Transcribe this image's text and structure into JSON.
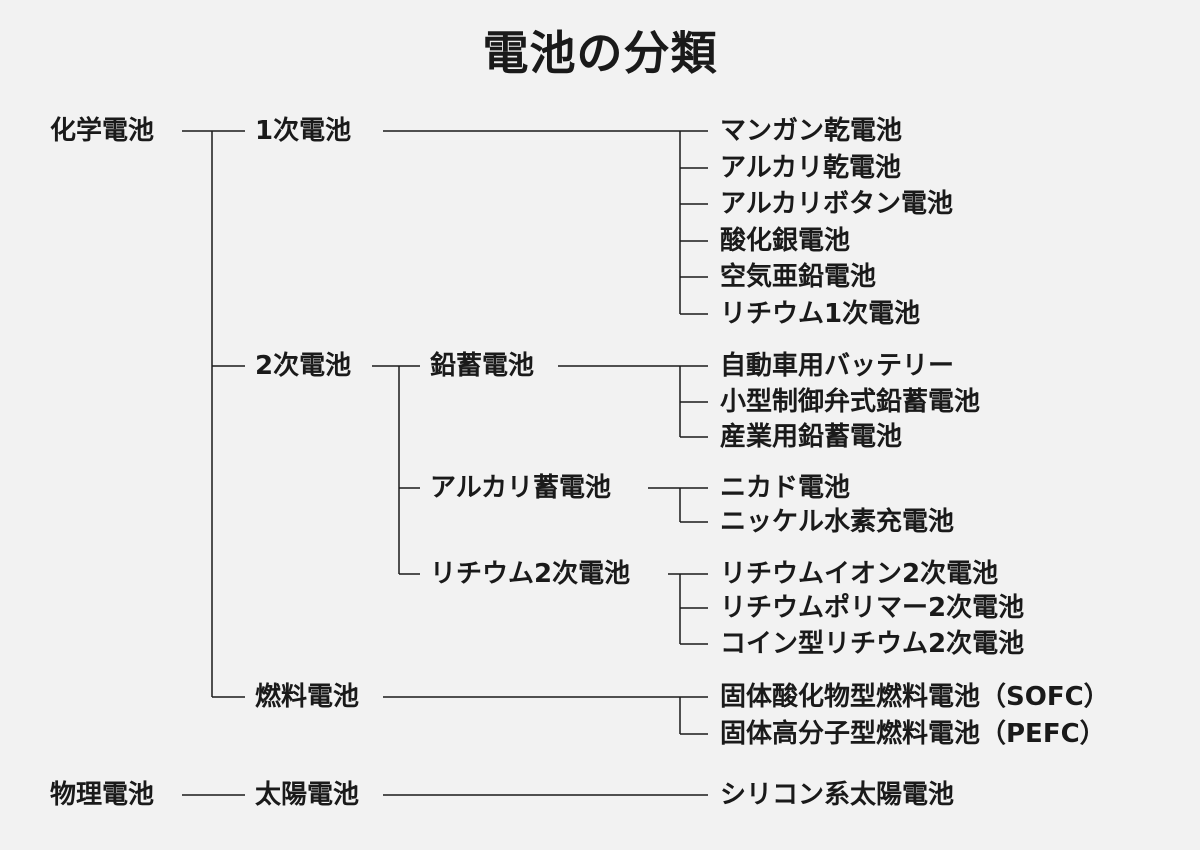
{
  "title": "電池の分類",
  "roots": {
    "chemical": "化学電池",
    "physical": "物理電池"
  },
  "level2": {
    "primary": "1次電池",
    "secondary": "2次電池",
    "fuel": "燃料電池",
    "solar": "太陽電池"
  },
  "level3": {
    "lead": "鉛蓄電池",
    "alkaline": "アルカリ蓄電池",
    "lithium": "リチウム2次電池"
  },
  "primary_items": [
    "マンガン乾電池",
    "アルカリ乾電池",
    "アルカリボタン電池",
    "酸化銀電池",
    "空気亜鉛電池",
    "リチウム1次電池"
  ],
  "lead_items": [
    "自動車用バッテリー",
    "小型制御弁式鉛蓄電池",
    "産業用鉛蓄電池"
  ],
  "alkaline_items": [
    "ニカド電池",
    "ニッケル水素充電池"
  ],
  "lithium_items": [
    "リチウムイオン2次電池",
    "リチウムポリマー2次電池",
    "コイン型リチウム2次電池"
  ],
  "fuel_items": [
    "固体酸化物型燃料電池（SOFC）",
    "固体高分子型燃料電池（PEFC）"
  ],
  "solar_items": [
    "シリコン系太陽電池"
  ]
}
